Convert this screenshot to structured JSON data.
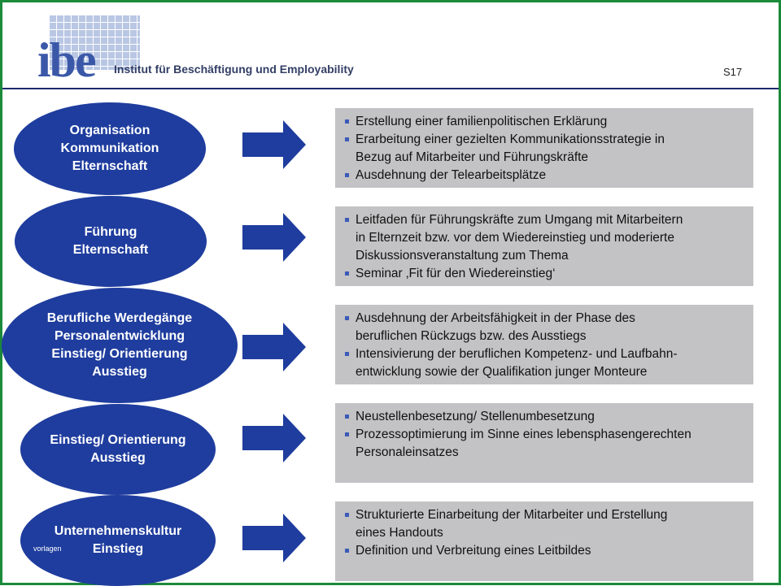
{
  "header": {
    "logo_text": "ibe",
    "institute_name": "Institut für Beschäftigung und Employability",
    "slide_number": "S17"
  },
  "colors": {
    "frame": "#1b8a3a",
    "ellipse": "#1f3d9e",
    "box": "#c3c2c4",
    "bullet": "#3b5bb8"
  },
  "rows": [
    {
      "topic_lines": [
        "Organisation",
        "Kommunikation",
        "Elternschaft"
      ],
      "bullets": [
        "Erstellung einer familienpolitischen Erklärung",
        "Erarbeitung einer gezielten Kommunikationsstrategie in\nBezug auf Mitarbeiter und Führungskräfte",
        "Ausdehnung der Telearbeitsplätze"
      ]
    },
    {
      "topic_lines": [
        "Führung",
        "Elternschaft"
      ],
      "bullets": [
        "Leitfaden für Führungskräfte zum Umgang mit Mitarbeitern\nin Elternzeit bzw. vor dem Wiedereinstieg und moderierte\nDiskussionsveranstaltung zum Thema",
        "Seminar ‚Fit für den Wiedereinstieg‘"
      ]
    },
    {
      "topic_lines": [
        "Berufliche Werdegänge",
        "Personalentwicklung",
        "Einstieg/ Orientierung",
        "Ausstieg"
      ],
      "bullets": [
        "Ausdehnung der Arbeitsfähigkeit in der Phase des\nberuflichen Rückzugs bzw. des Ausstiegs",
        "Intensivierung der beruflichen Kompetenz- und Laufbahn-\nentwicklung sowie der Qualifikation junger Monteure"
      ]
    },
    {
      "topic_lines": [
        "Einstieg/ Orientierung",
        "Ausstieg"
      ],
      "bullets": [
        "Neustellenbesetzung/ Stellenumbesetzung",
        "Prozessoptimierung im Sinne eines lebensphasengerechten\nPersonaleinsatzes"
      ]
    },
    {
      "topic_lines": [
        "Unternehmenskultur",
        "Einstieg"
      ],
      "bullets": [
        "Strukturierte Einarbeitung der Mitarbeiter und Erstellung\neines Handouts",
        "Definition und Verbreitung eines Leitbildes"
      ]
    }
  ],
  "footer_note": "vorlagen"
}
